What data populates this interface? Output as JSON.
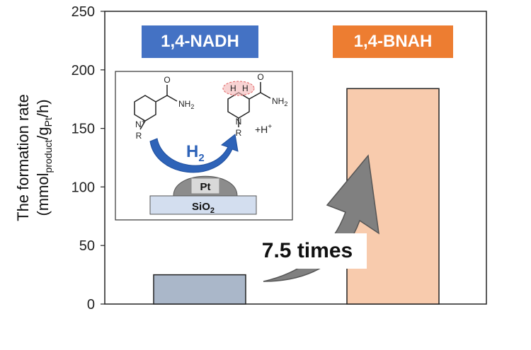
{
  "chart_data": {
    "type": "bar",
    "categories": [
      "1,4-NADH",
      "1,4-BNAH"
    ],
    "values": [
      25,
      184
    ],
    "ylim": [
      0,
      250
    ],
    "yticks": [
      0,
      50,
      100,
      150,
      200,
      250
    ],
    "ylabel_line1": "The formation rate",
    "ylabel_line2": "(mmol",
    "ylabel_sub1": "product",
    "ylabel_mid": "/g",
    "ylabel_sub2": "Pt",
    "ylabel_end": "/h)",
    "grid": false,
    "colors": [
      "#aab7c9",
      "#f8cbad"
    ],
    "annotation": "7.5 times"
  },
  "inset": {
    "r_label": "R",
    "nh2_left": "NH",
    "nh2_sub": "2",
    "o_label": "O",
    "n_plus": "N",
    "plus": "+",
    "h2_label": "H",
    "h2_sub": "2",
    "h_proton": "+H",
    "h_proton_sup": "+",
    "pt_label": "Pt",
    "sio2_label": "SiO",
    "sio2_sub": "2",
    "h_atom": "H",
    "n_label": "N"
  }
}
